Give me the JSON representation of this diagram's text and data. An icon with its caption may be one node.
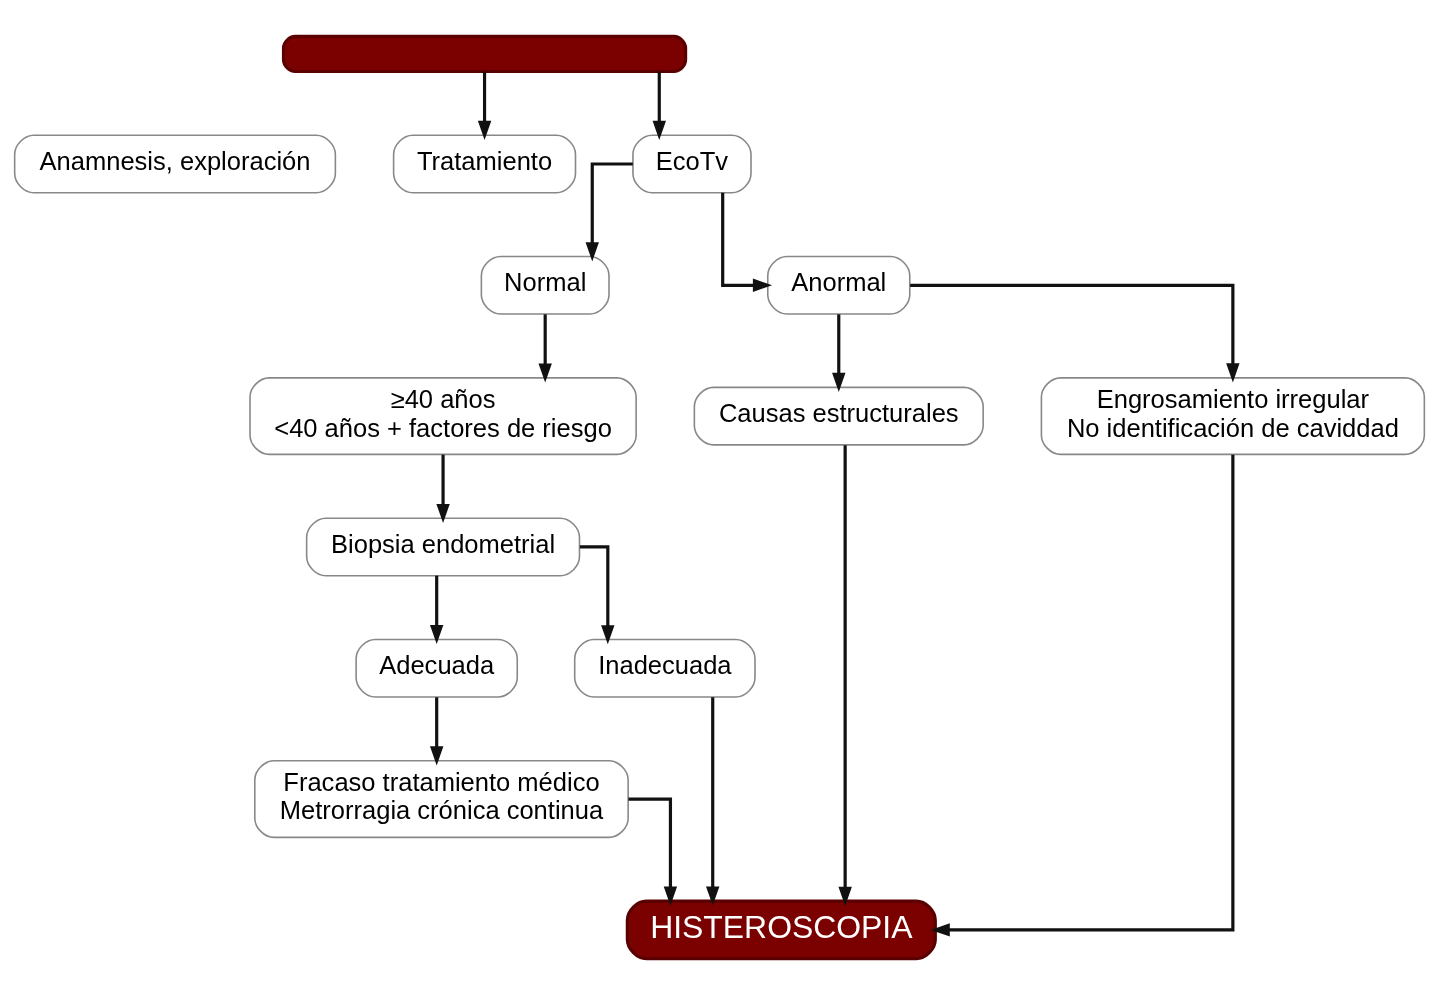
{
  "diagram": {
    "nodes": [
      {
        "text": [],
        "shape": "box"
      },
      {
        "text": [
          "Anamnesis, exploración"
        ]
      },
      {
        "text": [
          "Tratamiento"
        ]
      },
      {
        "text": [
          "EcoTv"
        ]
      },
      {
        "text": [
          "Normal"
        ]
      },
      {
        "text": [
          "Anormal"
        ]
      },
      {
        "text": [
          "≥40 años",
          "<40 años + factores de riesgo"
        ]
      },
      {
        "text": [
          "Causas estructurales"
        ]
      },
      {
        "text": [
          "Engrosamiento irregular",
          "No identificación de caviddad"
        ]
      },
      {
        "text": [
          "Biopsia endometrial"
        ]
      },
      {
        "text": [
          "Adecuada"
        ]
      },
      {
        "text": [
          "Inadecuada"
        ]
      },
      {
        "text": [
          "Fracaso tratamiento médico",
          "Metrorragia crónica continua"
        ]
      },
      {
        "text": [
          "HISTEROSCOPIA"
        ]
      }
    ],
    "edges": [
      {
        "from": 0,
        "to": 3,
        "arrow": "to"
      },
      {
        "from": 0,
        "to": 2,
        "arrow": "to"
      },
      {
        "from": 3,
        "to": 4,
        "arrow": "to"
      },
      {
        "from": 3,
        "to": 5,
        "arrow": "to"
      },
      {
        "from": 4,
        "to": 6,
        "arrow": "to"
      },
      {
        "from": 5,
        "to": 7,
        "arrow": "to"
      },
      {
        "from": 5,
        "to": 8,
        "arrow": "to"
      },
      {
        "from": 6,
        "to": 9,
        "arrow": "to"
      },
      {
        "from": 9,
        "to": 10,
        "arrow": "to"
      },
      {
        "from": 9,
        "to": 11,
        "arrow": "to"
      },
      {
        "from": 10,
        "to": 12,
        "arrow": "to"
      },
      {
        "from": 7,
        "to": 13,
        "arrow": "to"
      },
      {
        "from": 8,
        "to": 13,
        "arrow": "to"
      },
      {
        "from": 11,
        "to": 13,
        "arrow": "to"
      },
      {
        "from": 12,
        "to": 13,
        "arrow": "to"
      }
    ]
  }
}
